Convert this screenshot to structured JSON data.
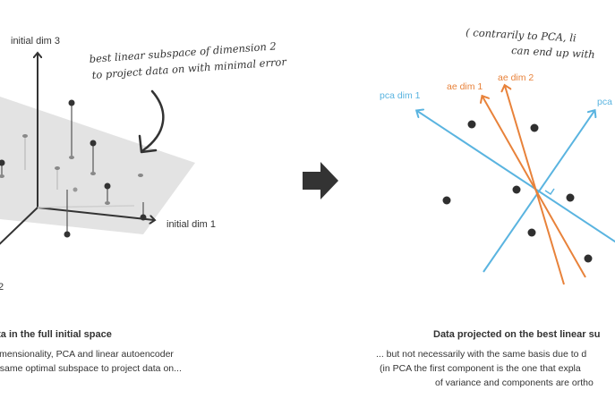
{
  "left_panel": {
    "axis_dim3": "initial dim 3",
    "axis_dim1": "initial dim 1",
    "axis_dim2_fragment": "2",
    "annotation_line1": "best linear subspace of dimension 2",
    "annotation_line2": "to project data on with minimal error",
    "caption_title": "ata in the full initial space",
    "caption_line1": "dimensionality, PCA and linear autoencoder",
    "caption_line2": "e same optimal subspace to project data on..."
  },
  "right_panel": {
    "annotation_line1": "( contrarily to PCA, li",
    "annotation_line2": "can end up with",
    "pca_dim1": "pca dim 1",
    "pca_dim2_fragment": "pca",
    "ae_dim1": "ae dim 1",
    "ae_dim2": "ae dim 2",
    "caption_title": "Data projected on the best linear su",
    "caption_line1": "... but not necessarily with the same basis due to d",
    "caption_line2": "(in PCA the first component is the one that expla",
    "caption_line3": "of variance and components are ortho"
  },
  "colors": {
    "pca": "#5ab4e0",
    "ae": "#e8823a",
    "plane": "#e3e3e3",
    "ink": "#333333"
  },
  "icons": {
    "transition_arrow": "right-arrow-icon"
  }
}
